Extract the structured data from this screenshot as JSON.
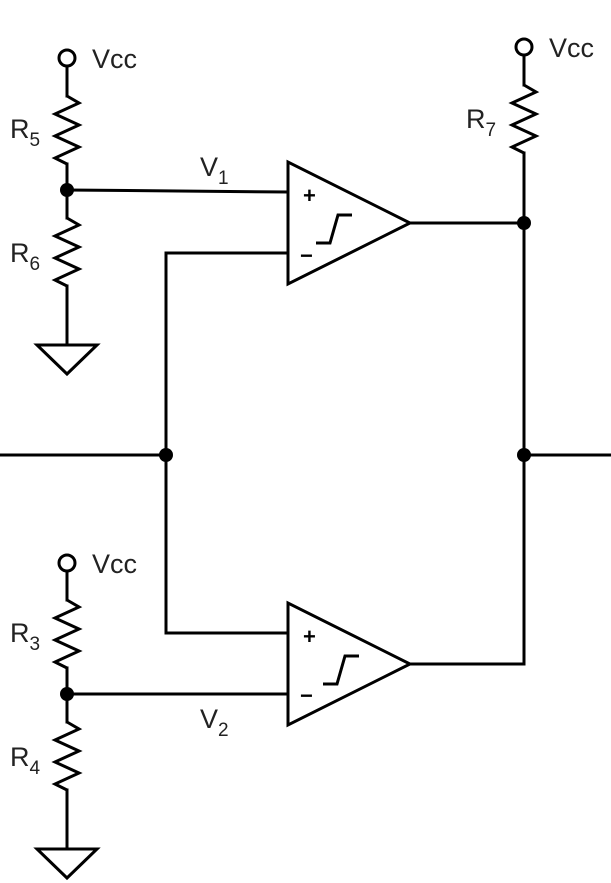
{
  "supply": {
    "vcc": "Vcc"
  },
  "resistors": {
    "r5": {
      "letter": "R",
      "index": "5"
    },
    "r6": {
      "letter": "R",
      "index": "6"
    },
    "r7": {
      "letter": "R",
      "index": "7"
    },
    "r3": {
      "letter": "R",
      "index": "3"
    },
    "r4": {
      "letter": "R",
      "index": "4"
    }
  },
  "nodes": {
    "v1": {
      "letter": "V",
      "index": "1"
    },
    "v2": {
      "letter": "V",
      "index": "2"
    }
  },
  "comparators": {
    "upper": {
      "plus": "+",
      "minus": "−"
    },
    "lower": {
      "plus": "+",
      "minus": "−"
    }
  }
}
